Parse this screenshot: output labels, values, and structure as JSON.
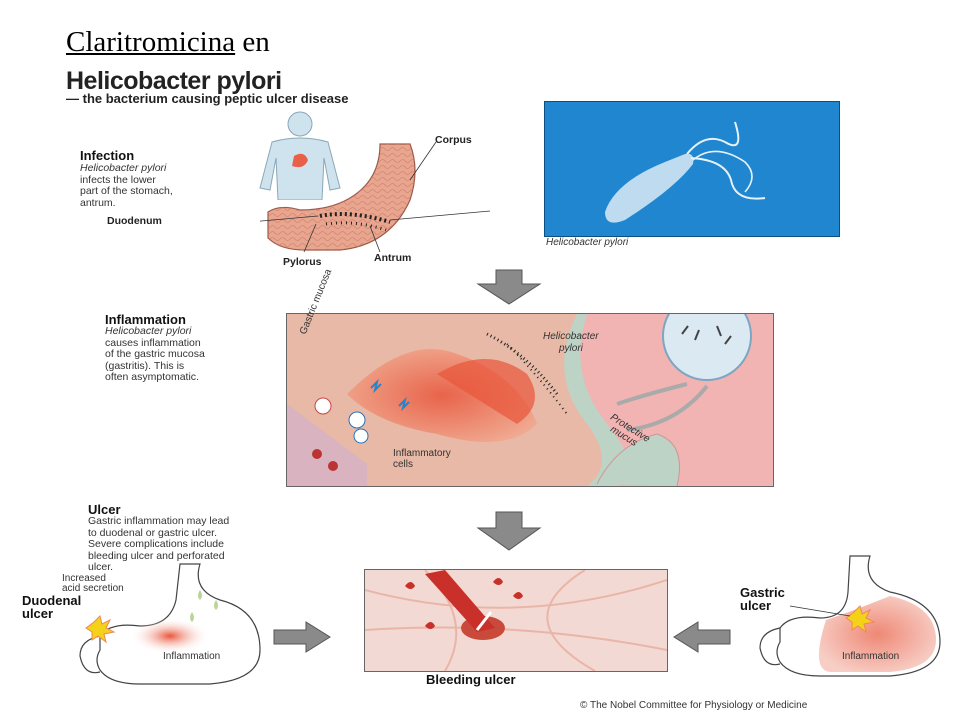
{
  "slide": {
    "title_underlined": "Claritromicina",
    "title_rest": " en"
  },
  "figure": {
    "title": "Helicobacter pylori",
    "subtitle": "— the bacterium causing peptic ulcer disease",
    "copyright": "© The Nobel Committee for Physiology or Medicine"
  },
  "infection": {
    "heading": "Infection",
    "text": [
      "Helicobacter pylori",
      "infects the lower",
      "part of the stomach,",
      "antrum."
    ],
    "labels": {
      "corpus": "Corpus",
      "duodenum": "Duodenum",
      "pylorus": "Pylorus",
      "antrum": "Antrum"
    },
    "photo_caption": "Helicobacter pylori"
  },
  "inflammation": {
    "heading": "Inflammation",
    "text": [
      "Helicobacter pylori",
      "causes inflammation",
      "of the gastric mucosa",
      "(gastritis). This is",
      "often asymptomatic."
    ],
    "labels": {
      "gastric_mucosa": "Gastric mucosa",
      "bacteria_1": "Helicobacter",
      "bacteria_2": "pylori",
      "protective_1": "Protective",
      "protective_2": "mucus",
      "cells_1": "Inflammatory",
      "cells_2": "cells"
    }
  },
  "ulcer": {
    "heading": "Ulcer",
    "text": [
      "Gastric inflammation may lead",
      "to duodenal or gastric ulcer.",
      "Severe complications include",
      "bleeding ulcer and perforated",
      "ulcer."
    ],
    "labels": {
      "acid_1": "Increased",
      "acid_2": "acid secretion",
      "duodenal_1": "Duodenal",
      "duodenal_2": "ulcer",
      "inflammation_left": "Inflammation",
      "gastric_1": "Gastric",
      "gastric_2": "ulcer",
      "inflammation_right": "Inflammation",
      "bleeding": "Bleeding ulcer"
    }
  },
  "colors": {
    "stomach": "#e8a58f",
    "mucosa": "#e7b9a6",
    "inflamed": "#e8553a",
    "micro_blue": "#1f86cf",
    "arrow": "#8a8a8a"
  }
}
